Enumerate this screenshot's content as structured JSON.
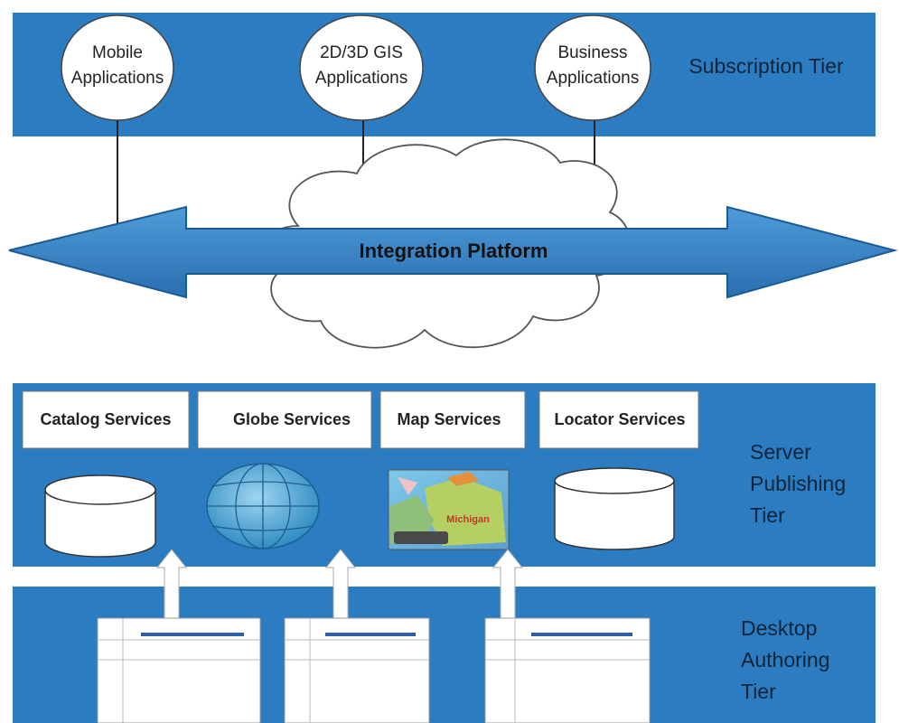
{
  "subscription_tier": {
    "label": "Subscription Tier",
    "apps": [
      {
        "line1": "Mobile",
        "line2": "Applications"
      },
      {
        "line1": "2D/3D GIS",
        "line2": "Applications"
      },
      {
        "line1": "Business",
        "line2": "Applications"
      }
    ]
  },
  "integration": {
    "label": "Integration Platform"
  },
  "server_tier": {
    "label_lines": [
      "Server",
      "Publishing",
      "Tier"
    ],
    "services": [
      "Catalog Services",
      "Globe Services",
      "Map Services",
      "Locator Services"
    ],
    "map_label": "Michigan"
  },
  "desktop_tier": {
    "label_lines": [
      "Desktop",
      "Authoring",
      "Tier"
    ]
  },
  "colors": {
    "band": "#2b7cc1",
    "arrow": "#3a86c8",
    "arrow_stroke": "#1c5a93",
    "box": "#ffffff"
  }
}
